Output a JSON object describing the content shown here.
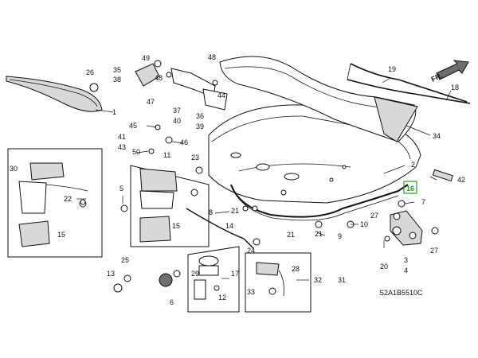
{
  "diagram": {
    "drawing_code": "S2A1B5510C",
    "direction_label": "FR.",
    "highlighted_callout": "16",
    "callouts": [
      "1",
      "2",
      "3",
      "4",
      "5",
      "6",
      "7",
      "8",
      "9",
      "10",
      "11",
      "12",
      "13",
      "14",
      "15",
      "16",
      "17",
      "18",
      "19",
      "20",
      "21",
      "22",
      "23",
      "24",
      "25",
      "26",
      "27",
      "28",
      "29",
      "30",
      "31",
      "32",
      "33",
      "34",
      "35",
      "36",
      "37",
      "38",
      "39",
      "40",
      "41",
      "42",
      "43",
      "44",
      "45",
      "46",
      "47",
      "48",
      "49",
      "50"
    ],
    "accent_color": "#1ea01e"
  }
}
